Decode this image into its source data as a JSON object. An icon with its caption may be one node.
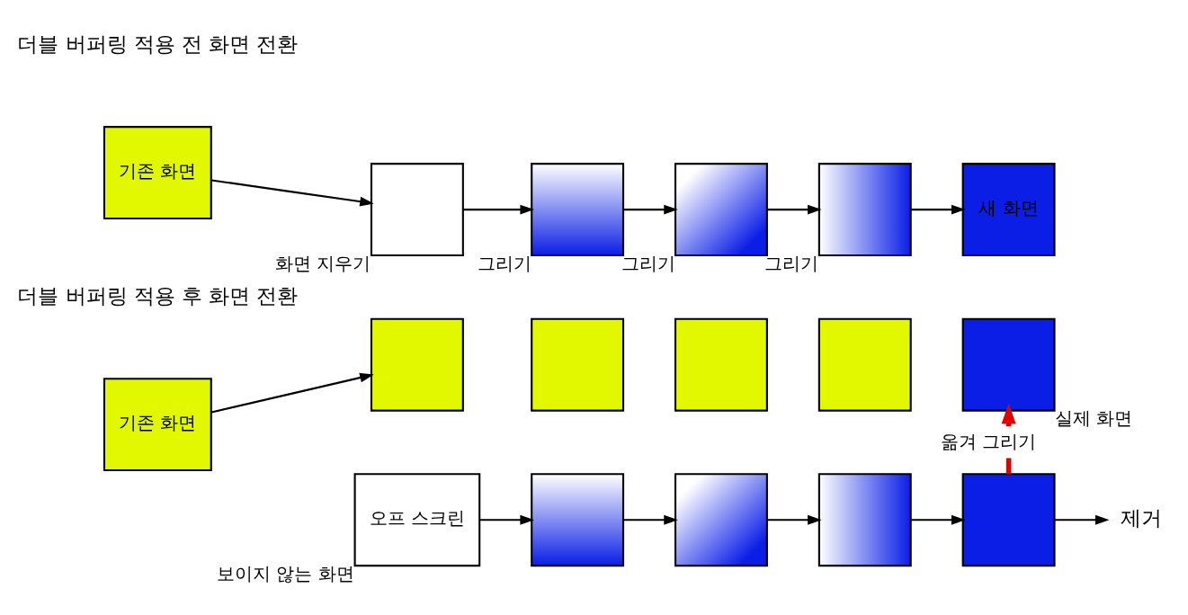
{
  "diagram": {
    "nodes": [
      {
        "text": [
          "기존 화면"
        ]
      },
      {
        "text": [],
        "shape": "box",
        "beside": [
          "화면 지우기"
        ]
      },
      {
        "text": [],
        "shape": "box",
        "beside": [
          "그리기"
        ]
      },
      {
        "text": [],
        "shape": "box",
        "beside": [
          "그리기"
        ]
      },
      {
        "text": [],
        "shape": "box",
        "beside": [
          "그리기"
        ]
      },
      {
        "text": [
          "새 화면"
        ]
      },
      {
        "text": [
          "기존 화면"
        ]
      },
      {
        "text": [],
        "shape": "box"
      },
      {
        "text": [],
        "shape": "box"
      },
      {
        "text": [],
        "shape": "box"
      },
      {
        "text": [],
        "shape": "box"
      },
      {
        "text": [],
        "shape": "box",
        "beside": [
          "실제 화면"
        ]
      },
      {
        "text": [
          "오프 스크린"
        ],
        "beside": [
          "보이지 않는 화면"
        ]
      },
      {
        "text": [],
        "shape": "box"
      },
      {
        "text": [],
        "shape": "box"
      },
      {
        "text": [],
        "shape": "box"
      },
      {
        "text": [],
        "shape": "box"
      },
      {
        "text": [
          "제거"
        ]
      }
    ],
    "edges": [
      {
        "from": 0,
        "to": 1,
        "arrow": "to"
      },
      {
        "from": 1,
        "to": 2,
        "arrow": "to"
      },
      {
        "from": 2,
        "to": 3,
        "arrow": "to"
      },
      {
        "from": 3,
        "to": 4,
        "arrow": "to"
      },
      {
        "from": 4,
        "to": 5,
        "arrow": "to"
      },
      {
        "from": 6,
        "to": 7,
        "arrow": "to"
      },
      {
        "from": 12,
        "to": 13,
        "arrow": "to"
      },
      {
        "from": 13,
        "to": 14,
        "arrow": "to"
      },
      {
        "from": 14,
        "to": 15,
        "arrow": "to"
      },
      {
        "from": 15,
        "to": 16,
        "arrow": "to"
      },
      {
        "from": 16,
        "to": 11,
        "arrow": "to",
        "label": "옮겨 그리기",
        "style": "thick",
        "color": "#e00000"
      },
      {
        "from": 16,
        "to": 17,
        "arrow": "to"
      }
    ],
    "labels": [
      "더블 버퍼링 적용 전 화면 전환",
      "더블 버퍼링 적용 후 화면 전환"
    ]
  }
}
